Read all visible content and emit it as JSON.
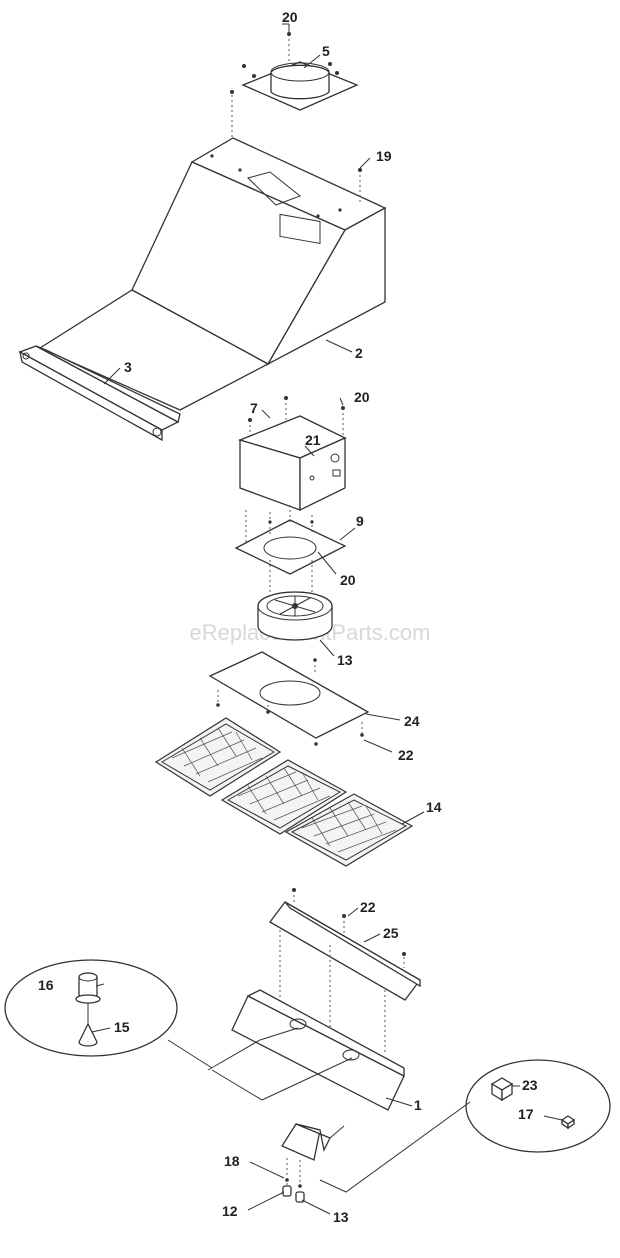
{
  "watermark": "eReplacementParts.com",
  "callouts": {
    "c20a": "20",
    "c5": "5",
    "c19": "19",
    "c2": "2",
    "c3": "3",
    "c7": "7",
    "c20b": "20",
    "c21": "21",
    "c9": "9",
    "c20c": "20",
    "c13a": "13",
    "c24": "24",
    "c22a": "22",
    "c14": "14",
    "c22b": "22",
    "c25": "25",
    "c16": "16",
    "c15": "15",
    "c1": "1",
    "c23": "23",
    "c17": "17",
    "c18": "18",
    "c12": "12",
    "c13b": "13"
  }
}
